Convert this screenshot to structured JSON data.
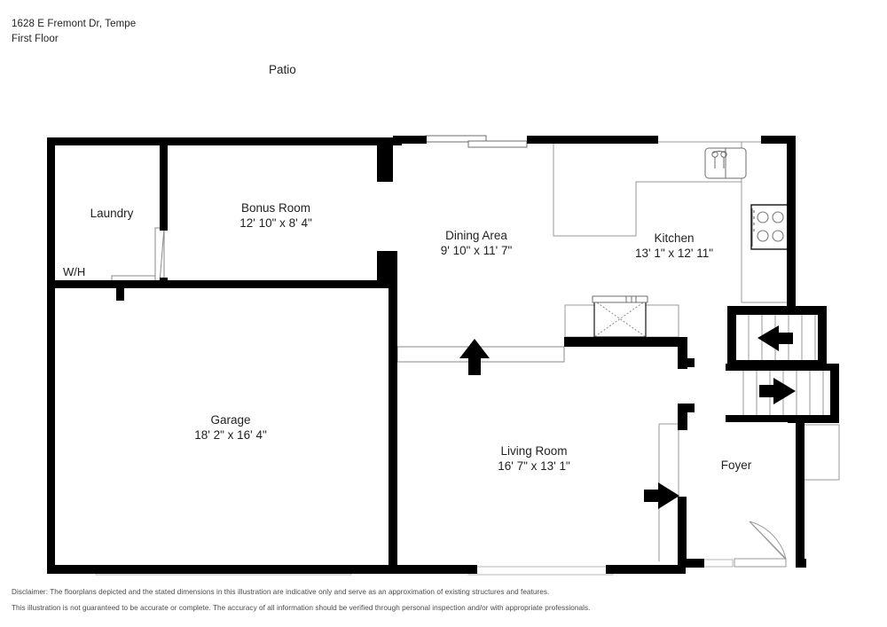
{
  "header": {
    "address": "1628 E Fremont Dr, Tempe",
    "floor": "First Floor"
  },
  "exterior": {
    "patio_label": "Patio"
  },
  "rooms": [
    {
      "name": "Laundry",
      "dimensions": ""
    },
    {
      "name": "Bonus Room",
      "dimensions": "12' 10\" x 8' 4\""
    },
    {
      "name": "Dining Area",
      "dimensions": "9' 10\" x 11' 7\""
    },
    {
      "name": "Kitchen",
      "dimensions": "13' 1\" x 12' 11\""
    },
    {
      "name": "Garage",
      "dimensions": "18' 2\" x 16' 4\""
    },
    {
      "name": "Living Room",
      "dimensions": "16' 7\" x 13' 1\""
    },
    {
      "name": "Foyer",
      "dimensions": ""
    }
  ],
  "fixtures": {
    "water_heater_label": "W/H",
    "sink": "kitchen-sink",
    "stove": "kitchen-stove-4-burner",
    "fireplace": "living-room-fireplace",
    "stair_up_arrow": "stairs-direction-left",
    "stair_down_arrow": "stairs-direction-right",
    "step_arrow": "step-up-arrow",
    "entry_arrow": "entry-direction-arrow"
  },
  "colors": {
    "wall": "#000000",
    "thin_line": "#8a8a8a",
    "text": "#231f20",
    "background": "#ffffff"
  },
  "footer": {
    "disclaimer_line1": "Disclaimer: The floorplans depicted and the stated dimensions in this illustration are indicative only and serve as an approximation of existing structures and features.",
    "disclaimer_line2": "This illustration is not guaranteed to be accurate or complete. The accuracy of all information should be verified through personal inspection and/or with appropriate professionals."
  }
}
